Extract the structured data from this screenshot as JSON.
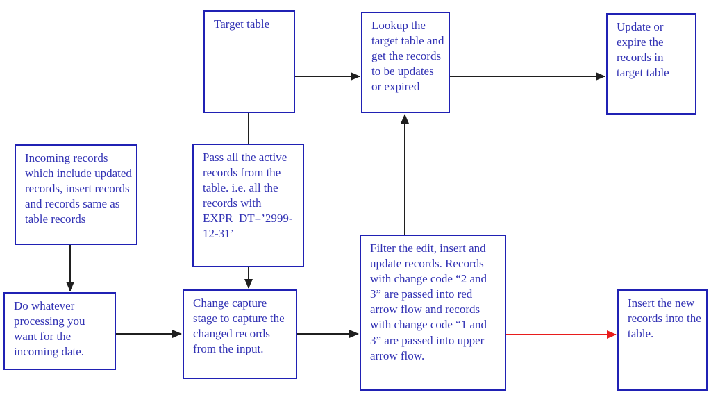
{
  "diagram": {
    "type": "flowchart",
    "nodes": {
      "target_table": {
        "label": "Target table"
      },
      "lookup": {
        "label": "Lookup the target table and get the records to be updates or expired"
      },
      "update_expire": {
        "label": "Update or expire the records in target table"
      },
      "incoming": {
        "label": "Incoming records which include updated records, insert records and records same as table records"
      },
      "pass_all": {
        "label": "Pass all the active records from the table. i.e. all the records with EXPR_DT=’2999-12-31’"
      },
      "do_processing": {
        "label": "Do whatever processing you want for the incoming date."
      },
      "change_capture": {
        "label": "Change capture stage to capture the changed records from the input."
      },
      "filter": {
        "label": "Filter the edit, insert and update records. Records with change code “2 and 3” are passed into red arrow flow and records with change code “1 and 3” are passed into upper arrow flow."
      },
      "insert_new": {
        "label": "Insert the new records into the table."
      }
    },
    "edges": [
      {
        "from": "target_table",
        "to": "lookup",
        "color": "black"
      },
      {
        "from": "lookup",
        "to": "update_expire",
        "color": "black"
      },
      {
        "from": "target_table",
        "to": "pass_all",
        "color": "black",
        "arrowhead": false
      },
      {
        "from": "incoming",
        "to": "do_processing",
        "color": "black"
      },
      {
        "from": "do_processing",
        "to": "change_capture",
        "color": "black"
      },
      {
        "from": "pass_all",
        "to": "change_capture",
        "color": "black"
      },
      {
        "from": "change_capture",
        "to": "filter",
        "color": "black"
      },
      {
        "from": "filter",
        "to": "lookup",
        "color": "black"
      },
      {
        "from": "filter",
        "to": "insert_new",
        "color": "red"
      }
    ],
    "colors": {
      "box_border": "#2021b4",
      "text": "#3232b4",
      "arrow_black": "#1f1f1f",
      "arrow_red": "#e81c1c",
      "background": "#ffffff"
    }
  }
}
